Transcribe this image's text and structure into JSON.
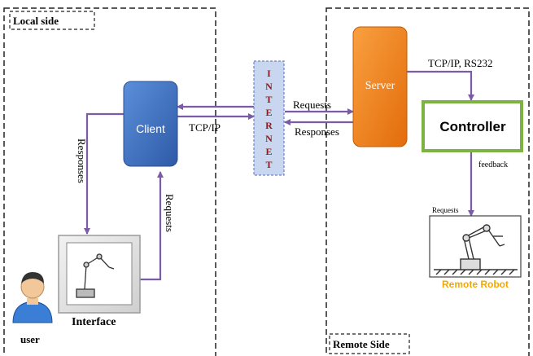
{
  "regions": {
    "local_label": "Local side",
    "remote_label": "Remote Side"
  },
  "nodes": {
    "client": "Client",
    "server": "Server",
    "controller": "Controller",
    "internet_letters": [
      "I",
      "N",
      "T",
      "E",
      "R",
      "N",
      "E",
      "T"
    ],
    "interface": "Interface",
    "user": "user",
    "remote_robot": "Remote Robot"
  },
  "links": {
    "client_internet": "TCP/IP",
    "server_controller": "TCP/IP, RS232",
    "internet_server_requests": "Requests",
    "internet_server_responses": "Responses",
    "client_interface_responses": "Responses",
    "interface_client_requests": "Requests",
    "controller_feedback": "feedback",
    "robot_requests": "Requests"
  },
  "colors": {
    "arrow": "#7b5aa6",
    "client_fill": "#3f72c1",
    "server_fill": "#f58220",
    "controller_border": "#7cb342",
    "internet_fill": "#c9d6ef",
    "internet_text": "#8b1a1a",
    "robot_label": "#f5a800"
  }
}
